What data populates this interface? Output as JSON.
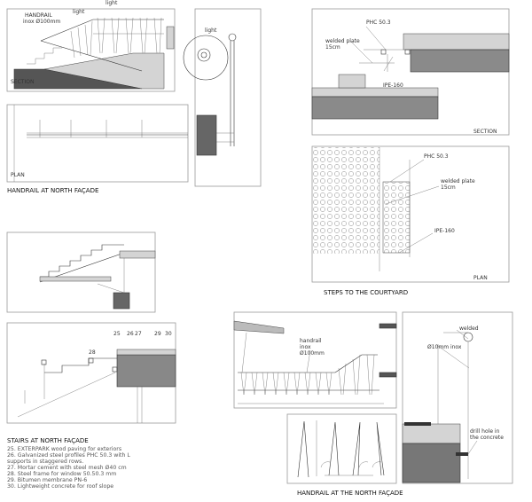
{
  "handrail_north": {
    "title": "HANDRAIL AT NORTH FAÇADE",
    "section_label": "SECTION",
    "plan_label": "PLAN",
    "light_top": "light",
    "light_mid": "light",
    "light_detail": "light",
    "handrail_line1": "HANDRAIL",
    "handrail_line2": "inox Ø100mm"
  },
  "steps_courtyard": {
    "title": "STEPS TO THE COURTYARD",
    "section_label": "SECTION",
    "plan_label": "PLAN",
    "phc": "PHC 50.3",
    "welded_plate_1": "welded plate",
    "welded_plate_2": "15cm",
    "ipe": "IPE-160",
    "plan_phc": "PHC 50.3",
    "plan_welded_1": "welded plate",
    "plan_welded_2": "15cm",
    "plan_ipe": "IPE-160"
  },
  "stairs_north": {
    "title": "STAIRS AT NORTH FAÇADE",
    "markers": [
      "25",
      "26",
      "27",
      "28",
      "29",
      "30"
    ],
    "notes": [
      "25. EXTERPARK wood paving for exteriors",
      "26. Galvanized steel profiles PHC 50.3 with L",
      "supports in staggered rows.",
      "27. Mortar cement with steel mesh Ø40 cm",
      "28. Steel frame for window 50.50.3 mm",
      "29. Bitumen membrane PN-6",
      "30. Lightweight concrete for roof slope"
    ]
  },
  "handrail_facade": {
    "title": "HANDRAIL AT THE NORTH FAÇADE",
    "handrail_1": "handrail",
    "handrail_2": "inox",
    "handrail_3": "Ø100mm",
    "welded": "welded",
    "rod": "Ø10mm inox",
    "drill_1": "drill hole in",
    "drill_2": "the concrete"
  }
}
